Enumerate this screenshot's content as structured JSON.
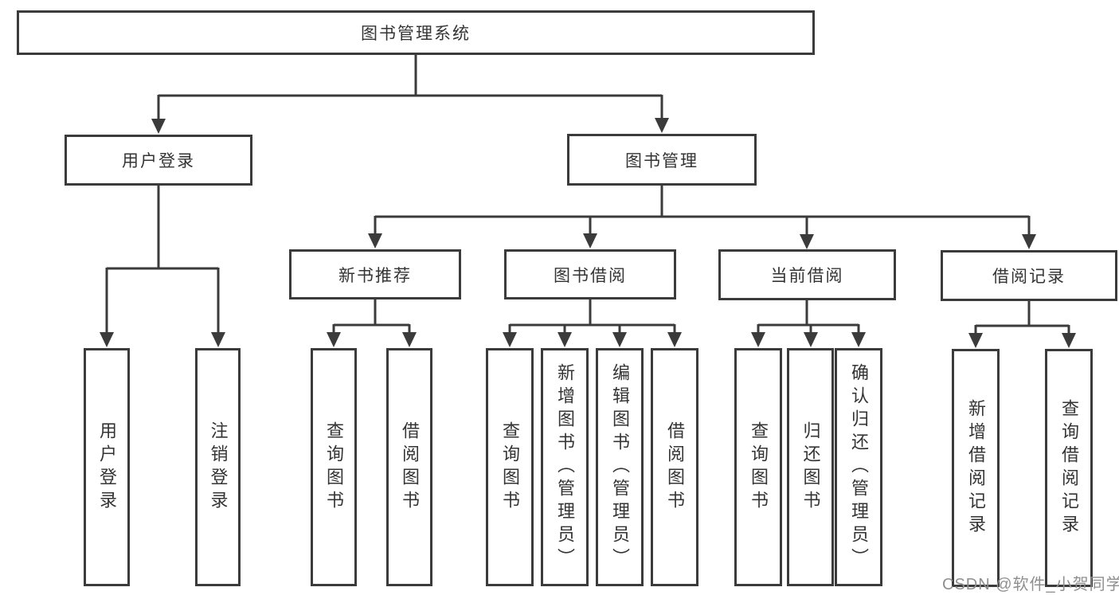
{
  "diagram": {
    "type": "hierarchy-tree",
    "root": {
      "id": "system",
      "label": "图书管理系统"
    },
    "branches": [
      {
        "id": "user-login",
        "label": "用户登录",
        "children": [
          {
            "label": "用户登录"
          },
          {
            "label": "注销登录"
          }
        ]
      },
      {
        "id": "book-management",
        "label": "图书管理",
        "children": [
          {
            "id": "new-book-recommend",
            "label": "新书推荐",
            "children": [
              {
                "label": "查询图书"
              },
              {
                "label": "借阅图书"
              }
            ]
          },
          {
            "id": "book-borrowing",
            "label": "图书借阅",
            "children": [
              {
                "label": "查询图书"
              },
              {
                "label": "新增图书（管理员）"
              },
              {
                "label": "编辑图书（管理员）"
              },
              {
                "label": "借阅图书"
              }
            ]
          },
          {
            "id": "current-borrowing",
            "label": "当前借阅",
            "children": [
              {
                "label": "查询图书"
              },
              {
                "label": "归还图书"
              },
              {
                "label": "确认归还（管理员）"
              }
            ]
          },
          {
            "id": "borrowing-records",
            "label": "借阅记录",
            "children": [
              {
                "label": "新增借阅记录"
              },
              {
                "label": "查询借阅记录"
              }
            ]
          }
        ]
      }
    ]
  },
  "watermark": {
    "text": "CSDN @软件_小贺同学"
  },
  "colors": {
    "line": "#3b3b3b",
    "box_border": "#3b3b3b",
    "text": "#343434",
    "watermark": "#8f8f8f",
    "background": "#ffffff"
  }
}
